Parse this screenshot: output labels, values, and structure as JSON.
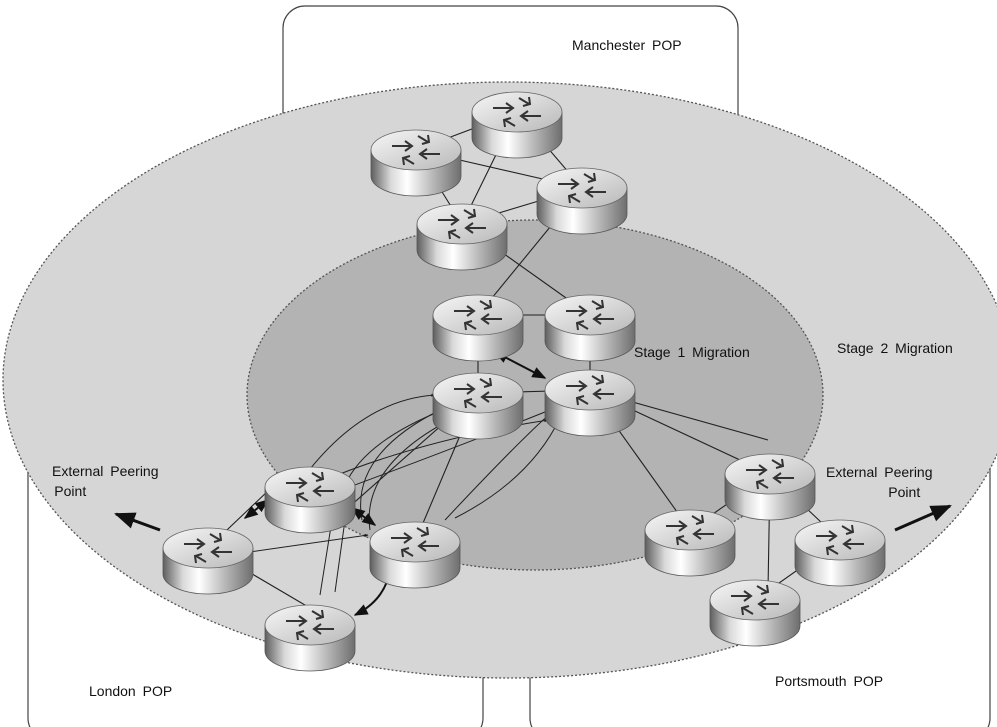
{
  "labels": {
    "manchester": "Manchester POP",
    "stage1": "Stage 1 Migration",
    "stage2": "Stage 2 Migration",
    "ext_left": [
      "External Peering",
      "Point"
    ],
    "ext_right": [
      "External Peering",
      "Point"
    ],
    "london": "London POP",
    "portsmouth": "Portsmouth POP"
  },
  "colors": {
    "outer_region": "#d6d6d6",
    "inner_region": "#b3b3b3",
    "border": "#444444",
    "router_light": "#f4f4f4",
    "router_dark": "#7a7a7a"
  }
}
